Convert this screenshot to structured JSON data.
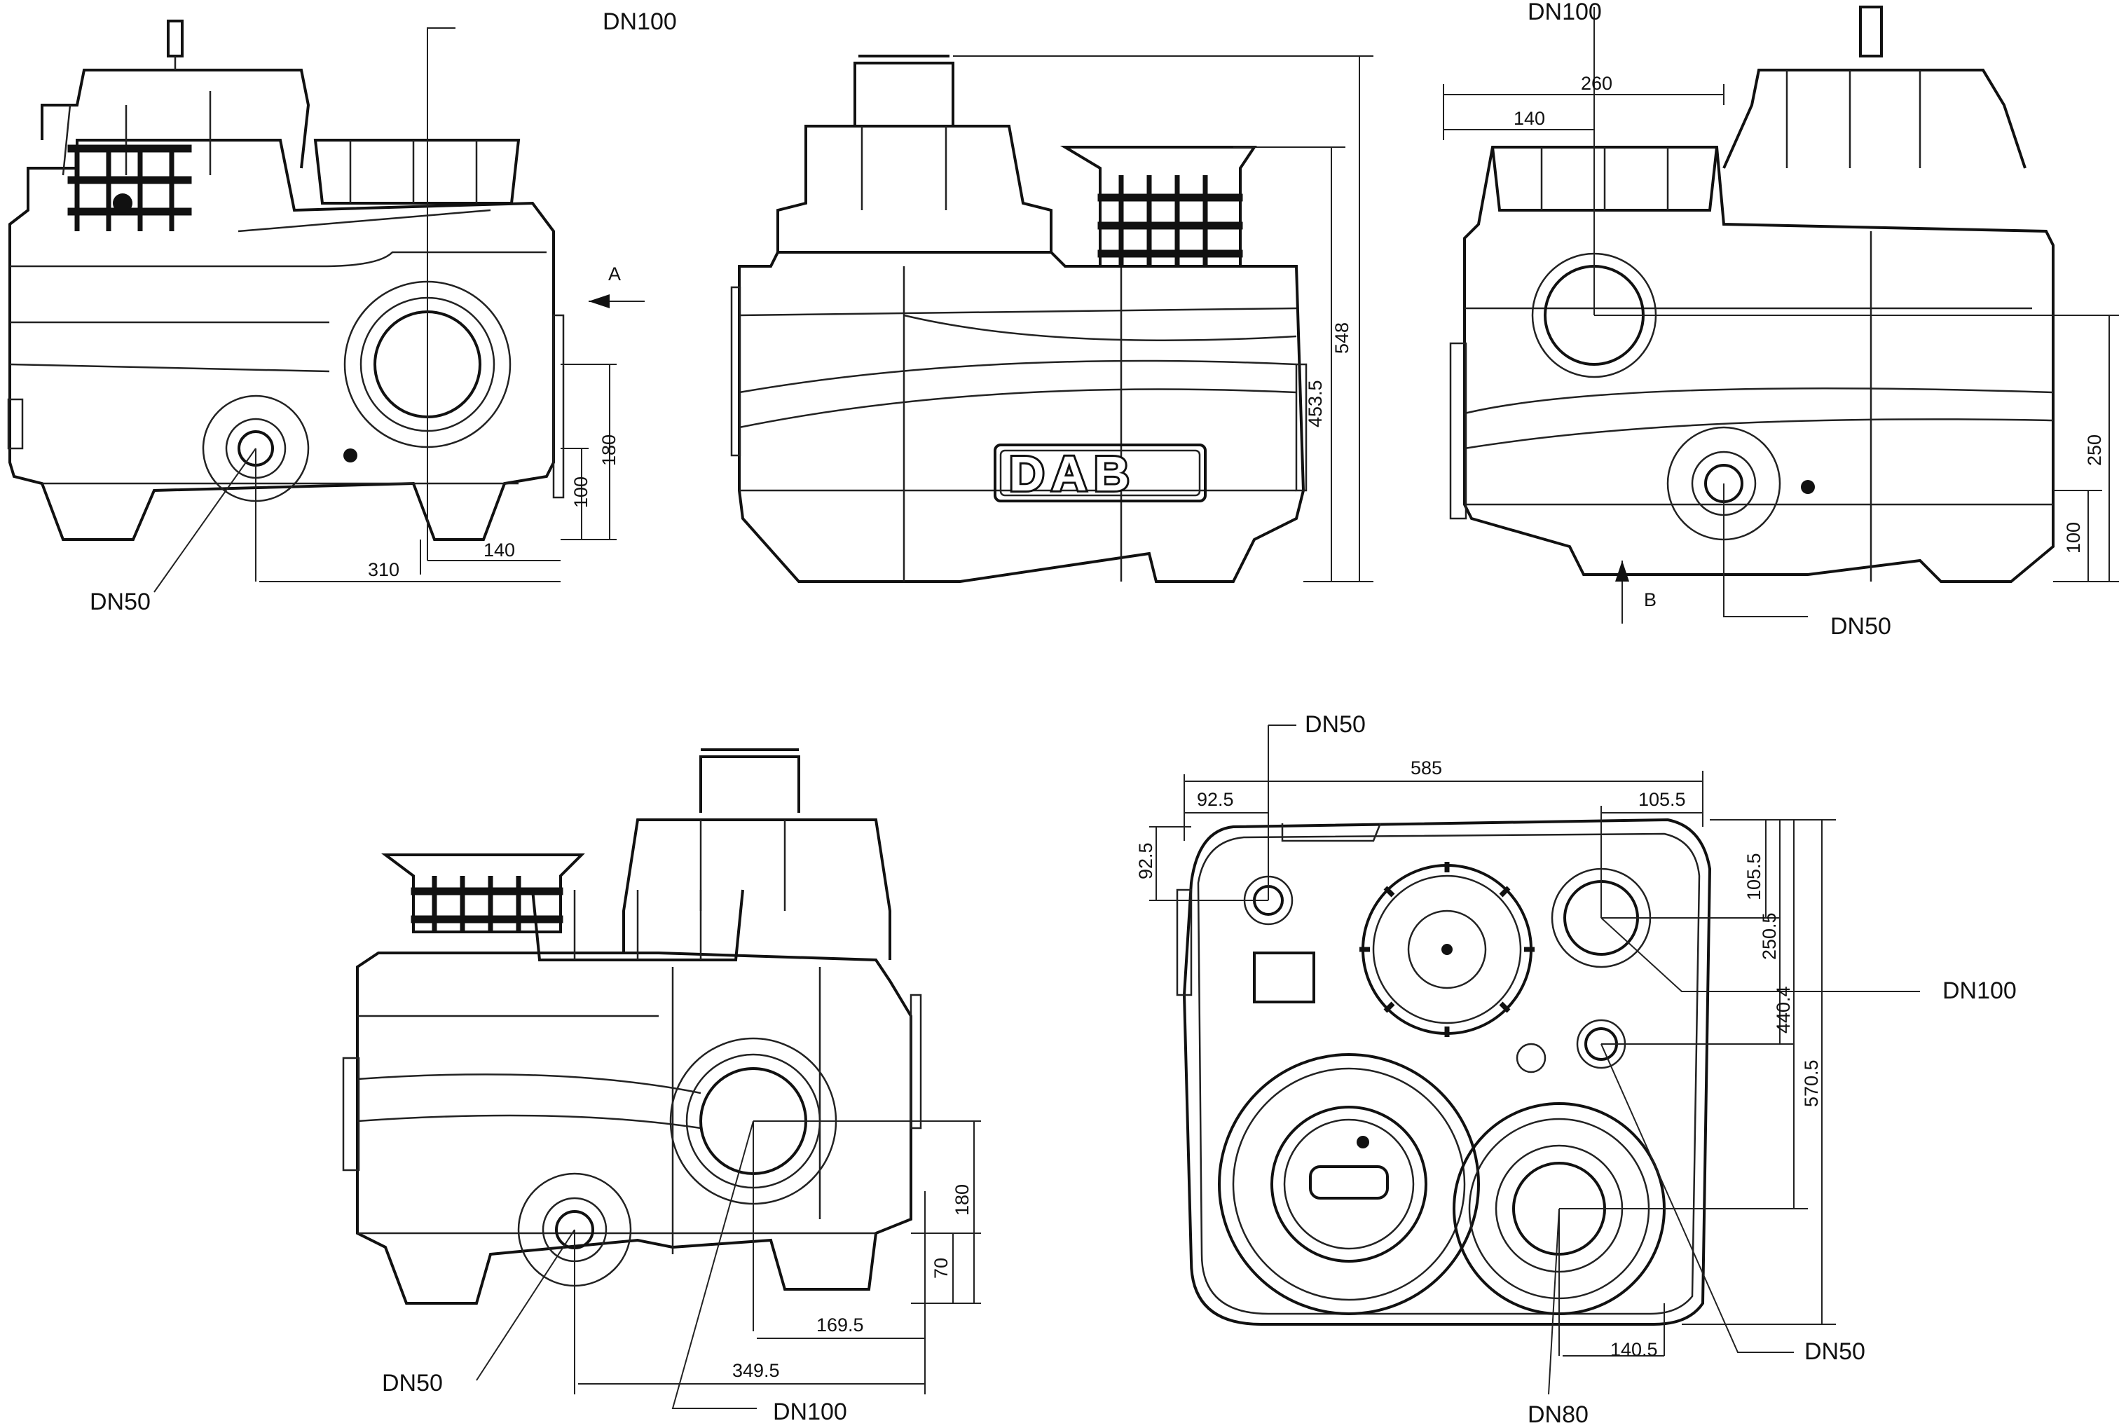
{
  "brand": {
    "logo_text": "DAB"
  },
  "labels": {
    "dn100": "DN100",
    "dn50": "DN50",
    "dn80": "DN80",
    "arrow_a": "A",
    "arrow_b": "B"
  },
  "dimensions": {
    "view1": {
      "d310": "310",
      "d140": "140",
      "d100": "100",
      "d180": "180"
    },
    "view2": {
      "d548": "548",
      "d453_5": "453.5"
    },
    "view3": {
      "d260": "260",
      "d140": "140",
      "d250": "250",
      "d100": "100"
    },
    "view4": {
      "d180": "180",
      "d70": "70",
      "d169_5": "169.5",
      "d349_5": "349.5"
    },
    "view5": {
      "d585": "585",
      "d92_5_top": "92.5",
      "d92_5_side": "92.5",
      "d105_5_top": "105.5",
      "d105_5_side": "105.5",
      "d250_5": "250.5",
      "d440_4": "440.4",
      "d570_5": "570.5",
      "d140_5": "140.5"
    }
  }
}
